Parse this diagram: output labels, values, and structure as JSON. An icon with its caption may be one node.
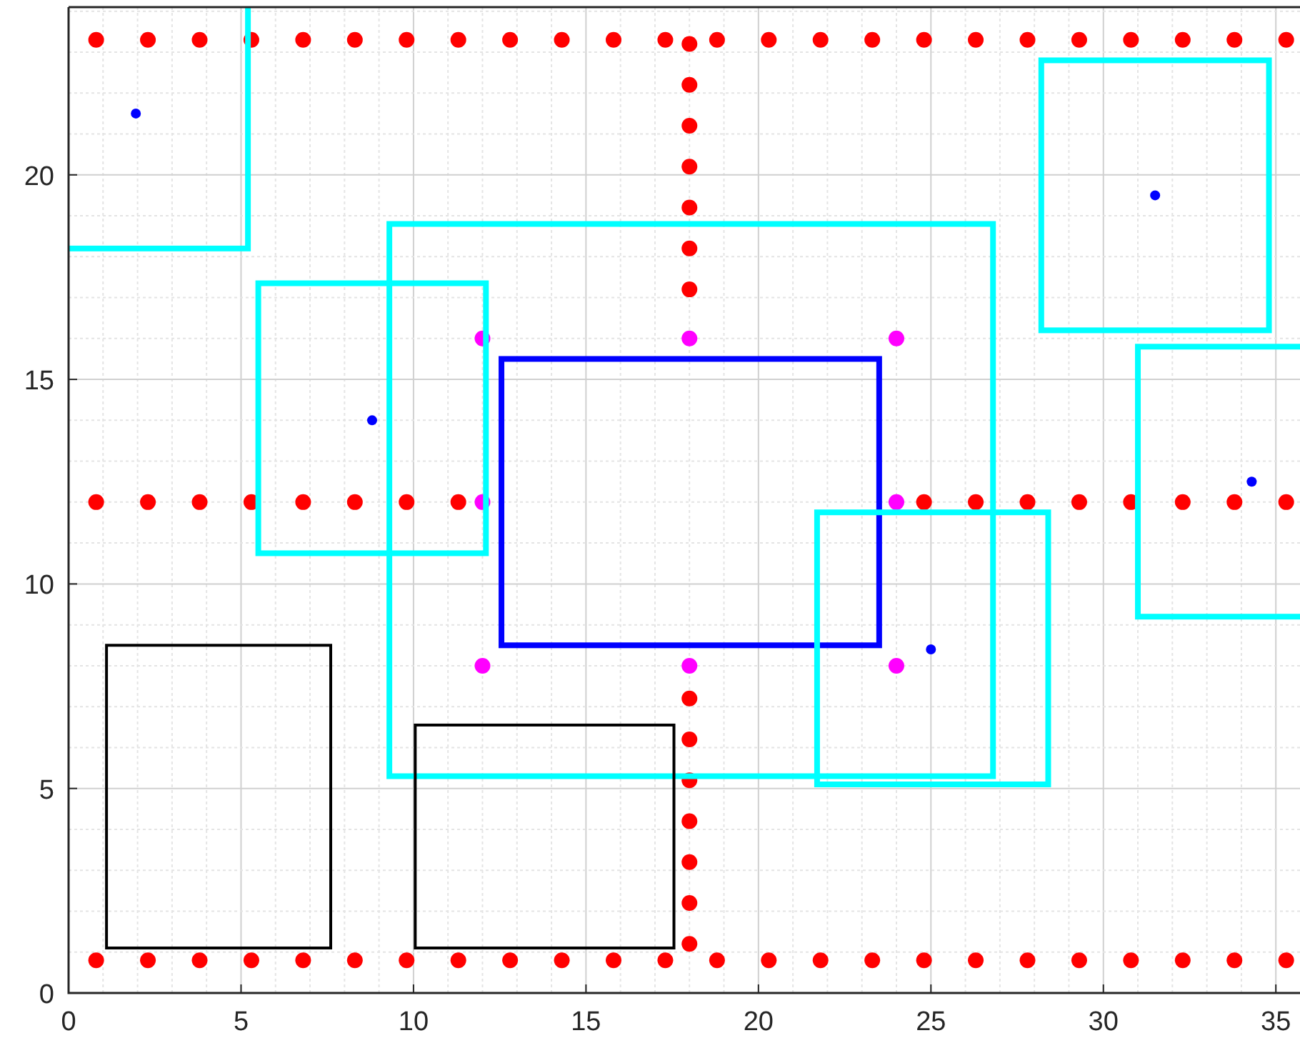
{
  "diagram": {
    "chart_data": {
      "type": "scatter",
      "xlim": [
        0,
        35.7
      ],
      "ylim": [
        0,
        24.1
      ],
      "xticks": [
        0,
        5,
        10,
        15,
        20,
        25,
        30,
        35
      ],
      "yticks": [
        0,
        5,
        10,
        15,
        20
      ],
      "grid": true,
      "series": [
        {
          "color": "#ff0000",
          "x": [
            0.8,
            2.3,
            3.8,
            5.3,
            6.8,
            8.3,
            9.8,
            11.3,
            12.8,
            14.3,
            15.8,
            17.3,
            18.8,
            20.3,
            21.8,
            23.3,
            24.8,
            26.3,
            27.8,
            29.3,
            30.8,
            32.3,
            33.8,
            35.3,
            0.8,
            2.3,
            3.8,
            5.3,
            6.8,
            8.3,
            9.8,
            11.3,
            12.8,
            14.3,
            15.8,
            17.3,
            18.8,
            20.3,
            21.8,
            23.3,
            24.8,
            26.3,
            27.8,
            29.3,
            30.8,
            32.3,
            33.8,
            35.3,
            0.8,
            2.3,
            3.8,
            5.3,
            6.8,
            8.3,
            9.8,
            11.3,
            24.8,
            26.3,
            27.8,
            29.3,
            30.8,
            32.3,
            33.8,
            35.3,
            18,
            18,
            18,
            18,
            18,
            18,
            18,
            18,
            18,
            18,
            18,
            18,
            18,
            18
          ],
          "values": [
            23.3,
            23.3,
            23.3,
            23.3,
            23.3,
            23.3,
            23.3,
            23.3,
            23.3,
            23.3,
            23.3,
            23.3,
            23.3,
            23.3,
            23.3,
            23.3,
            23.3,
            23.3,
            23.3,
            23.3,
            23.3,
            23.3,
            23.3,
            23.3,
            0.8,
            0.8,
            0.8,
            0.8,
            0.8,
            0.8,
            0.8,
            0.8,
            0.8,
            0.8,
            0.8,
            0.8,
            0.8,
            0.8,
            0.8,
            0.8,
            0.8,
            0.8,
            0.8,
            0.8,
            0.8,
            0.8,
            0.8,
            0.8,
            12,
            12,
            12,
            12,
            12,
            12,
            12,
            12,
            12,
            12,
            12,
            12,
            12,
            12,
            12,
            12,
            23.2,
            22.2,
            21.2,
            20.2,
            19.2,
            18.2,
            17.2,
            7.2,
            6.2,
            5.2,
            4.2,
            3.2,
            2.2,
            1.2
          ]
        },
        {
          "color": "#ff00ff",
          "x": [
            12,
            18,
            24,
            12,
            24,
            12,
            18,
            24
          ],
          "values": [
            16,
            16,
            16,
            12,
            12,
            8,
            8,
            8
          ]
        },
        {
          "color": "#0000ff",
          "x": [
            1.95,
            8.8,
            31.5,
            34.3,
            25
          ],
          "values": [
            21.5,
            14,
            19.5,
            12.5,
            8.4
          ]
        }
      ]
    }
  }
}
